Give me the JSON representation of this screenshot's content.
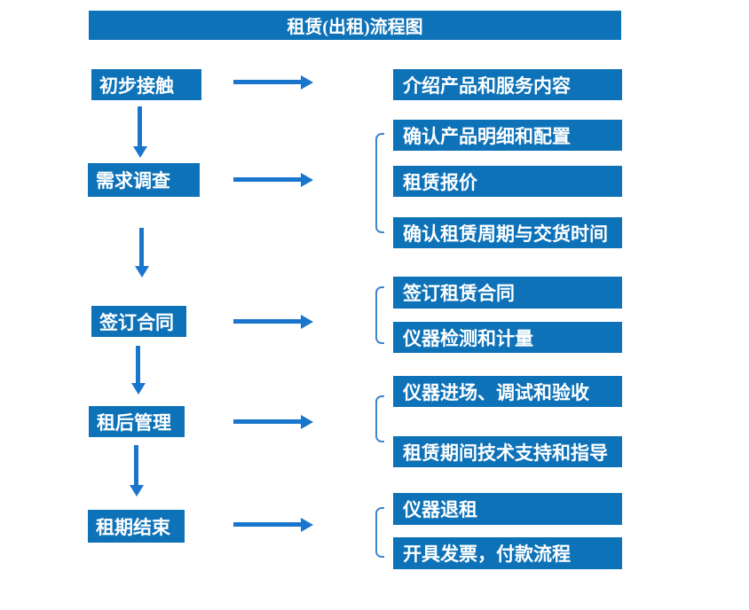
{
  "title": "租赁(出租)流程图",
  "left_steps": [
    {
      "label": "初步接触"
    },
    {
      "label": "需求调查"
    },
    {
      "label": "签订合同"
    },
    {
      "label": "租后管理"
    },
    {
      "label": "租期结束"
    }
  ],
  "right_boxes": [
    {
      "label": "介绍产品和服务内容"
    },
    {
      "label": "确认产品明细和配置"
    },
    {
      "label": "租赁报价"
    },
    {
      "label": "确认租赁周期与交货时间"
    },
    {
      "label": "签订租赁合同"
    },
    {
      "label": "仪器检测和计量"
    },
    {
      "label": "仪器进场、调试和验收"
    },
    {
      "label": "租赁期间技术支持和指导"
    },
    {
      "label": "仪器退租"
    },
    {
      "label": "开具发票，付款流程"
    }
  ],
  "colors": {
    "box_blue": "#0e72b8",
    "arrow_blue": "#1a76cc",
    "bracket_blue": "#3e86ce",
    "text_white": "#ffffff",
    "background": "#ffffff"
  }
}
